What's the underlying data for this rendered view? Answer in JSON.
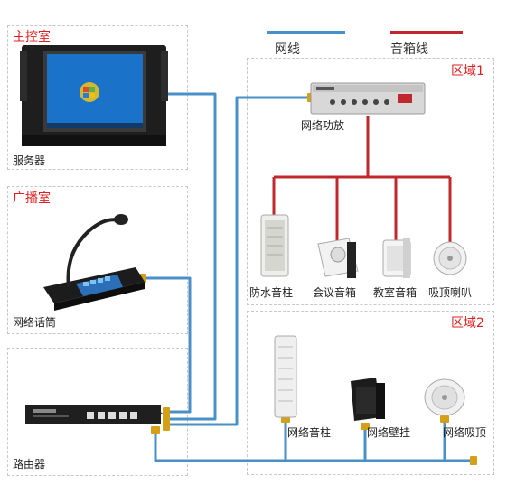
{
  "legend": {
    "network_label": "网线",
    "speaker_label": "音箱线",
    "network_color": "#4a90c8",
    "speaker_color": "#c0282d"
  },
  "sections": {
    "control_room": "主控室",
    "broadcast_room": "广播室",
    "zone1": "区域1",
    "zone2": "区域2"
  },
  "devices": {
    "server": "服务器",
    "paging_mic": "网络话筒",
    "router": "路由器",
    "amplifier": "网络功放",
    "zone1_speakers": [
      "防水音柱",
      "会议音箱",
      "教室音箱",
      "吸顶喇叭"
    ],
    "zone2_speakers": [
      "网络音柱",
      "网络壁挂",
      "网络吸顶"
    ]
  }
}
